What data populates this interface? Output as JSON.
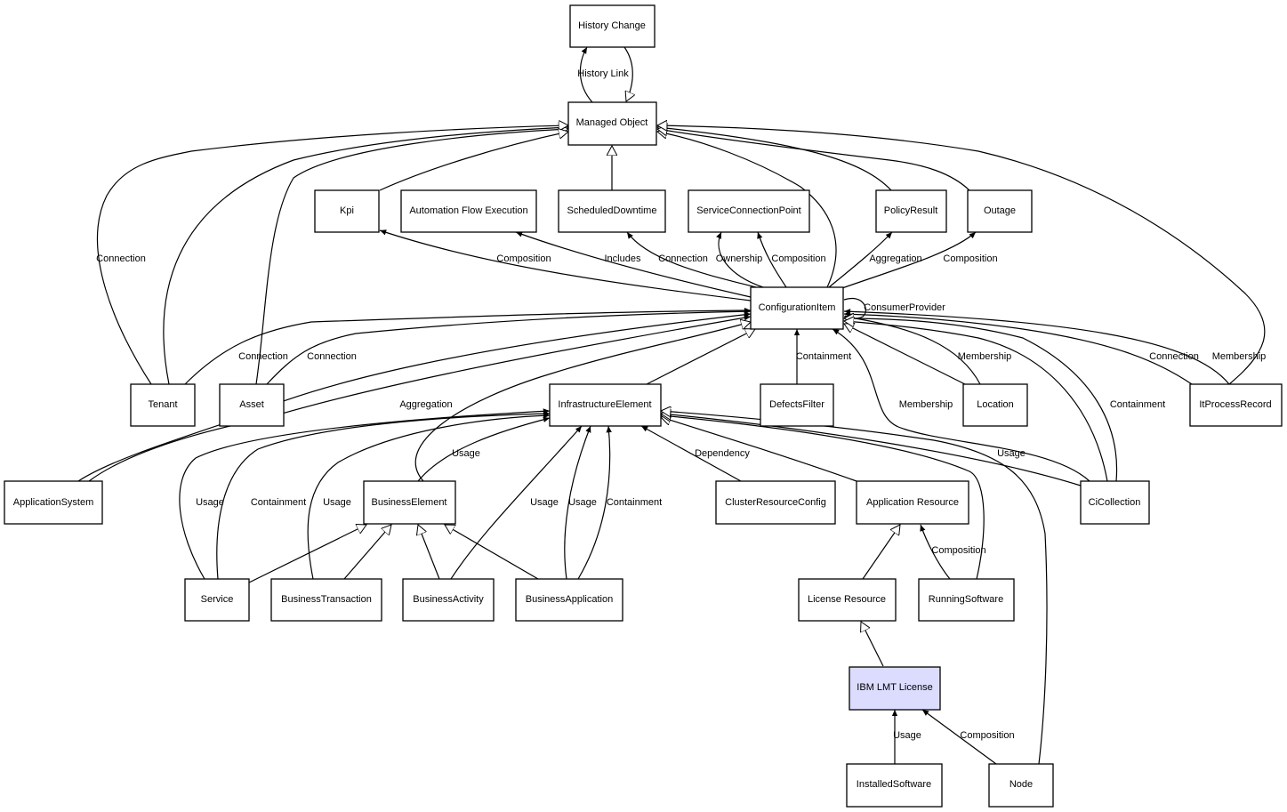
{
  "nodes": {
    "history_change": "History Change",
    "managed_object": "Managed Object",
    "kpi": "Kpi",
    "automation_flow_execution": "Automation Flow Execution",
    "scheduled_downtime": "ScheduledDowntime",
    "service_connection_point": "ServiceConnectionPoint",
    "policy_result": "PolicyResult",
    "outage": "Outage",
    "configuration_item": "ConfigurationItem",
    "tenant": "Tenant",
    "asset": "Asset",
    "infrastructure_element": "InfrastructureElement",
    "defects_filter": "DefectsFilter",
    "location": "Location",
    "it_process_record": "ItProcessRecord",
    "application_system": "ApplicationSystem",
    "business_element": "BusinessElement",
    "cluster_resource_config": "ClusterResourceConfig",
    "application_resource": "Application Resource",
    "ci_collection": "CiCollection",
    "service": "Service",
    "business_transaction": "BusinessTransaction",
    "business_activity": "BusinessActivity",
    "business_application": "BusinessApplication",
    "license_resource": "License Resource",
    "running_software": "RunningSoftware",
    "ibm_lmt_license": "IBM LMT License",
    "installed_software": "InstalledSoftware",
    "node": "Node"
  },
  "edge_labels": {
    "history_link": "History Link",
    "tenant_mo_connection": "Connection",
    "ci_kpi_composition": "Composition",
    "ci_afe_includes": "Includes",
    "ci_sd_connection": "Connection",
    "ci_scp_ownership": "Ownership",
    "ci_scp_composition": "Composition",
    "ci_pr_aggregation": "Aggregation",
    "ci_outage_composition": "Composition",
    "consumer_provider": "ConsumerProvider",
    "tenant_ci_connection": "Connection",
    "asset_ci_connection": "Connection",
    "defects_containment": "Containment",
    "location_membership": "Membership",
    "itpr_connection": "Connection",
    "itpr_membership": "Membership",
    "appsys_aggregation": "Aggregation",
    "cicoll_membership": "Membership",
    "cicoll_containment": "Containment",
    "be_ie_usage": "Usage",
    "cluster_dependency": "Dependency",
    "cicoll_ie_usage": "Usage",
    "service_usage": "Usage",
    "service_containment": "Containment",
    "bt_usage": "Usage",
    "ba_usage": "Usage",
    "bapp_usage": "Usage",
    "bapp_containment": "Containment",
    "rs_composition": "Composition",
    "is_usage": "Usage",
    "node_composition": "Composition"
  },
  "colors": {
    "highlight_fill": "#dcdcff",
    "stroke": "#000000"
  }
}
